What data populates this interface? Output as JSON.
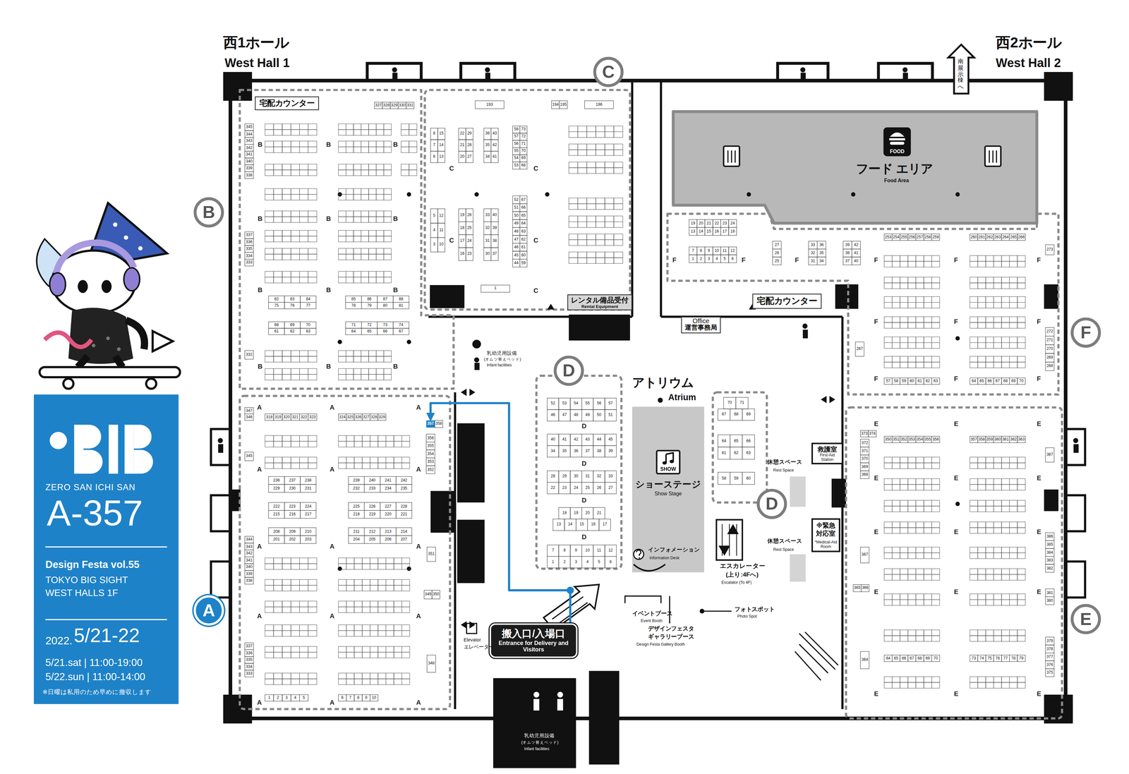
{
  "diagram": {
    "nodes": [
      {
        "text": [
          "C"
        ]
      },
      {
        "text": [
          "B"
        ]
      },
      {
        "text": [
          "F"
        ]
      },
      {
        "text": [
          "A"
        ]
      },
      {
        "text": [
          "D"
        ]
      },
      {
        "text": [
          "D"
        ]
      },
      {
        "text": [
          "E"
        ]
      },
      {
        "text": [
          "宅配カウンター"
        ]
      },
      {
        "text": [
          "FOOD",
          "フード エリア",
          "Food Area"
        ]
      },
      {
        "text": [
          "レンタル備品受付",
          "Rental Equipment"
        ]
      },
      {
        "text": [
          "宅配カウンター"
        ]
      },
      {
        "text": [
          "Office",
          "運営事務局"
        ]
      },
      {
        "text": [
          "SHOW",
          "ショーステージ",
          "Show Stage"
        ]
      },
      {
        "text": [
          "救護室",
          "First-Aid Station"
        ]
      },
      {
        "text": [
          "※緊急対応室",
          "*Medical-Aid Room"
        ]
      },
      {
        "text": [
          "357"
        ]
      },
      {
        "text": [
          "搬入口/入場口",
          "Entrance for Delivery and Visitors"
        ]
      },
      {
        "text": [
          "ZERO SAN ICHI SAN",
          "A-357",
          "Design Festa vol.55",
          "TOKYO BIG SIGHT",
          "WEST HALLS 1F",
          "2022.",
          "5/21-22",
          "5/21.sat | 11:00-19:00",
          "5/22.sun | 11:00-14:00",
          "※日曜は私用のため早めに撤収します"
        ]
      }
    ],
    "edges": [
      {
        "from": 16,
        "to": 15,
        "arrow": "to"
      }
    ],
    "labels": [
      "西1ホール",
      "West Hall 1",
      "西2ホール",
      "West Hall 2",
      "南展示棟へ",
      "乳幼児用設備",
      "(オムツ替えベッド)",
      "Infant facilities",
      "アトリウム",
      "Atrium",
      "インフォメーション",
      "Information Desk",
      "エスカレーター",
      "(上り:4Fへ)",
      "Escalator (To 4F)",
      "イベントブース",
      "Event Booth",
      "デザインフェスタ",
      "ギャラリーブース",
      "Design Festa Gallery Booth",
      "フォトスポット",
      "Photo Spot",
      "Elevator",
      "エレベーター",
      "乳幼児用設備",
      "(オムツ替えベッド)",
      "Infant facilities",
      "休憩スペース",
      "Rest Space",
      "休憩スペース",
      "Rest Space",
      "B",
      "B",
      "B",
      "B",
      "B",
      "B",
      "B",
      "B",
      "B",
      "B",
      "B",
      "B",
      "C",
      "C",
      "C",
      "C",
      "C",
      "A",
      "A",
      "A",
      "A",
      "A",
      "A",
      "A",
      "A",
      "A",
      "A",
      "A",
      "A",
      "A",
      "A",
      "A",
      "D",
      "D",
      "D",
      "D",
      "F",
      "F",
      "F",
      "F",
      "F",
      "F",
      "F",
      "F",
      "F",
      "F",
      "F",
      "F",
      "E",
      "E",
      "E",
      "E",
      "E",
      "E",
      "E",
      "E",
      "E",
      "E",
      "E",
      "E",
      "E",
      "E",
      "E",
      "327",
      "328",
      "329",
      "330",
      "331",
      "345",
      "344",
      "343",
      "342",
      "341",
      "340",
      "339",
      "338",
      "337",
      "336",
      "335",
      "334",
      "333",
      "332",
      "82",
      "83",
      "84",
      "75",
      "76",
      "77",
      "85",
      "86",
      "87",
      "88",
      "78",
      "79",
      "80",
      "81",
      "68",
      "69",
      "70",
      "61",
      "62",
      "63",
      "71",
      "72",
      "73",
      "74",
      "64",
      "65",
      "66",
      "67",
      "193",
      "194",
      "195",
      "196",
      "1",
      "8",
      "15",
      "7",
      "14",
      "6",
      "13",
      "22",
      "29",
      "21",
      "28",
      "20",
      "27",
      "36",
      "43",
      "35",
      "42",
      "34",
      "41",
      "58",
      "73",
      "57",
      "72",
      "56",
      "71",
      "55",
      "70",
      "54",
      "69",
      "53",
      "68",
      "5",
      "12",
      "4",
      "11",
      "3",
      "10",
      "19",
      "26",
      "18",
      "25",
      "17",
      "24",
      "16",
      "23",
      "33",
      "40",
      "32",
      "39",
      "31",
      "38",
      "30",
      "37",
      "52",
      "67",
      "51",
      "66",
      "50",
      "65",
      "49",
      "64",
      "48",
      "63",
      "47",
      "62",
      "46",
      "61",
      "45",
      "60",
      "44",
      "59",
      "347",
      "346",
      "345",
      "344",
      "343",
      "342",
      "341",
      "340",
      "339",
      "338",
      "337",
      "336",
      "335",
      "334",
      "333",
      "358",
      "356",
      "355",
      "354",
      "353",
      "352",
      "351",
      "349",
      "350",
      "348",
      "318",
      "319",
      "320",
      "321",
      "322",
      "323",
      "324",
      "325",
      "326",
      "327",
      "328",
      "329",
      "236",
      "237",
      "238",
      "229",
      "230",
      "231",
      "239",
      "240",
      "241",
      "242",
      "232",
      "233",
      "234",
      "235",
      "222",
      "223",
      "224",
      "215",
      "216",
      "217",
      "225",
      "226",
      "227",
      "228",
      "218",
      "219",
      "220",
      "221",
      "208",
      "209",
      "210",
      "201",
      "202",
      "203",
      "211",
      "212",
      "213",
      "214",
      "204",
      "205",
      "206",
      "207",
      "1",
      "2",
      "3",
      "4",
      "5",
      "6",
      "7",
      "8",
      "9",
      "10",
      "52",
      "53",
      "54",
      "55",
      "56",
      "57",
      "46",
      "47",
      "48",
      "49",
      "50",
      "51",
      "40",
      "41",
      "42",
      "43",
      "44",
      "45",
      "34",
      "35",
      "36",
      "37",
      "38",
      "39",
      "28",
      "29",
      "30",
      "31",
      "32",
      "33",
      "22",
      "23",
      "24",
      "25",
      "26",
      "27",
      "18",
      "19",
      "20",
      "21",
      "13",
      "14",
      "15",
      "16",
      "17",
      "7",
      "8",
      "9",
      "10",
      "11",
      "12",
      "1",
      "2",
      "3",
      "4",
      "5",
      "6",
      "70",
      "71",
      "67",
      "68",
      "69",
      "64",
      "65",
      "66",
      "61",
      "62",
      "63",
      "58",
      "59",
      "60",
      "19",
      "20",
      "21",
      "22",
      "23",
      "24",
      "13",
      "14",
      "15",
      "16",
      "17",
      "18",
      "7",
      "8",
      "9",
      "10",
      "11",
      "12",
      "1",
      "2",
      "3",
      "4",
      "5",
      "6",
      "27",
      "26",
      "25",
      "33",
      "36",
      "32",
      "35",
      "31",
      "34",
      "39",
      "42",
      "38",
      "41",
      "37",
      "40",
      "273",
      "272",
      "271",
      "270",
      "269",
      "268",
      "267",
      "253",
      "254",
      "255",
      "256",
      "257",
      "258",
      "259",
      "260",
      "261",
      "262",
      "263",
      "264",
      "265",
      "266",
      "57",
      "58",
      "59",
      "60",
      "61",
      "62",
      "63",
      "64",
      "65",
      "66",
      "67",
      "68",
      "69",
      "70",
      "373",
      "374",
      "372",
      "371",
      "370",
      "369",
      "368",
      "367",
      "365",
      "366",
      "364",
      "387",
      "386",
      "385",
      "384",
      "383",
      "382",
      "381",
      "380",
      "379",
      "378",
      "377",
      "376",
      "375",
      "350",
      "351",
      "352",
      "353",
      "354",
      "355",
      "356",
      "357",
      "358",
      "359",
      "360",
      "361",
      "362",
      "363",
      "64",
      "65",
      "66",
      "67",
      "68",
      "69",
      "70",
      "73",
      "74",
      "75",
      "76",
      "77",
      "78",
      "79"
    ]
  }
}
